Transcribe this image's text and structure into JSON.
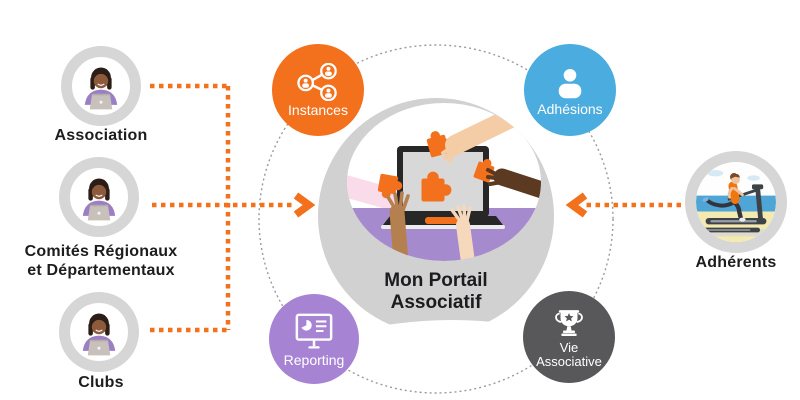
{
  "center": {
    "title": "Mon Portail\nAssociatif",
    "illustration": "collaboration-laptop-puzzle-illustration"
  },
  "left_nodes": [
    {
      "label": "Association",
      "icon": "member-at-laptop-icon"
    },
    {
      "label": "Comités Régionaux\net Départementaux",
      "icon": "member-at-laptop-icon"
    },
    {
      "label": "Clubs",
      "icon": "member-at-laptop-icon"
    }
  ],
  "right_node": {
    "label": "Adhérents",
    "icon": "runner-on-treadmill-icon"
  },
  "modules": [
    {
      "label": "Instances",
      "color": "#F3701D",
      "icon": "network-people-icon"
    },
    {
      "label": "Adhésions",
      "color": "#4BACDF",
      "icon": "person-icon"
    },
    {
      "label": "Reporting",
      "color": "#A783D4",
      "icon": "presentation-chart-icon"
    },
    {
      "label": "Vie\nAssociative",
      "color": "#58585A",
      "icon": "trophy-icon"
    }
  ],
  "colors": {
    "connector_orange": "#F3701D",
    "dotted_ring_gray": "#9A9A9A",
    "avatar_ring_gray": "#D6D6D6",
    "center_circle_gray": "#D1D1D2",
    "table_purple": "#A58BCE",
    "text_dark": "#1D1D1F",
    "label_white": "#FFFFFF"
  }
}
